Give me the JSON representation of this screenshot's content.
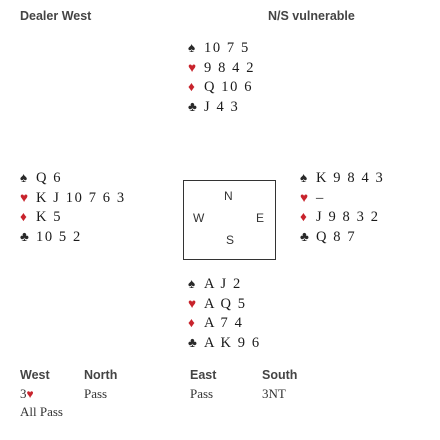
{
  "header": {
    "dealer": "Dealer West",
    "vulnerability": "N/S vulnerable"
  },
  "colors": {
    "red_suit": "#c8232c",
    "black_suit": "#2a2a2a"
  },
  "suit_symbols": {
    "spades": "♠",
    "hearts": "♥",
    "diamonds": "♦",
    "clubs": "♣"
  },
  "hands": {
    "north": {
      "spades": "10 7 5",
      "hearts": "9 8 4 2",
      "diamonds": "Q 10 6",
      "clubs": "J 4 3"
    },
    "west": {
      "spades": "Q 6",
      "hearts": "K J 10 7 6 3",
      "diamonds": "K 5",
      "clubs": "10 5 2"
    },
    "east": {
      "spades": "K 9 8 4 3",
      "hearts": "–",
      "diamonds": "J 9 8 3 2",
      "clubs": "Q 8 7"
    },
    "south": {
      "spades": "A J 2",
      "hearts": "A Q 5",
      "diamonds": "A 7 4",
      "clubs": "A K 9 6"
    }
  },
  "compass": {
    "n": "N",
    "w": "W",
    "e": "E",
    "s": "S"
  },
  "auction": {
    "headers": [
      "West",
      "North",
      "East",
      "South"
    ],
    "calls": [
      {
        "text": "3",
        "suit": "hearts"
      },
      {
        "text": "Pass"
      },
      {
        "text": "Pass"
      },
      {
        "text": "3NT"
      }
    ],
    "final": "All Pass"
  }
}
